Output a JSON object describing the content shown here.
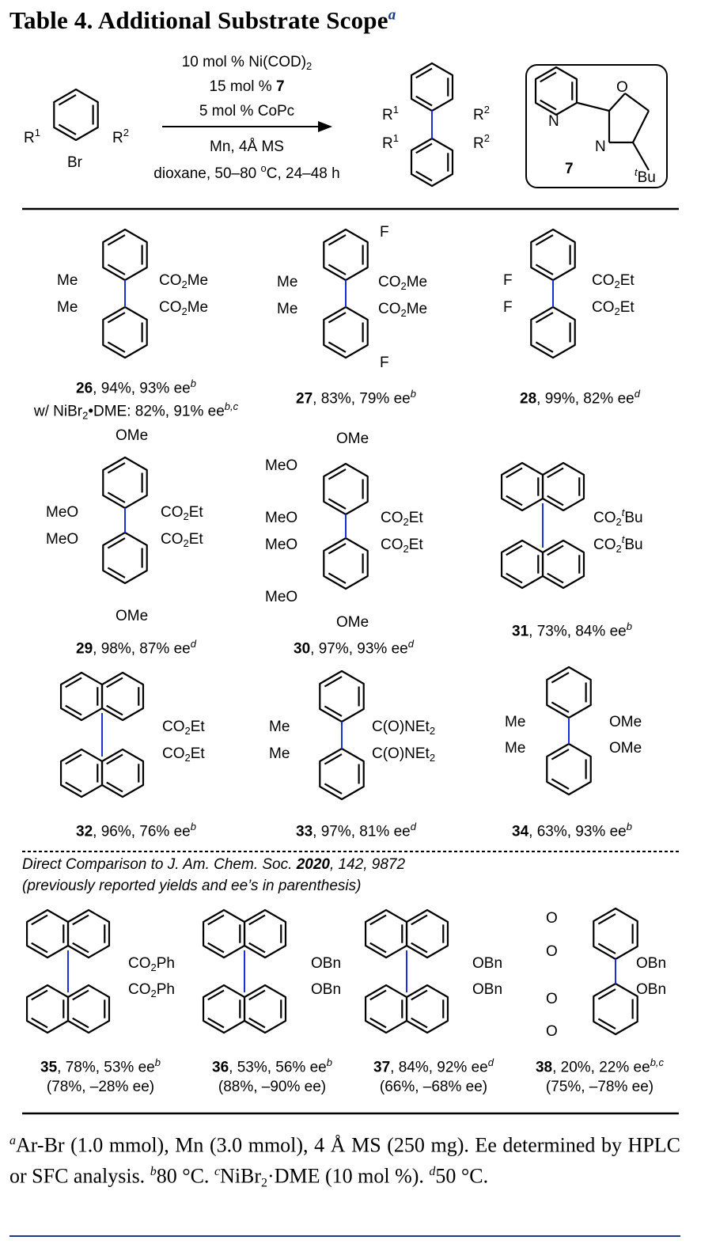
{
  "title": {
    "text": "Table 4. Additional Substrate Scope",
    "marker": "a"
  },
  "scheme": {
    "conditions_top": [
      "10 mol % Ni(COD)",
      "15 mol % ",
      "5 mol % CoPc"
    ],
    "conditions_top_sub": "2",
    "conditions_top_bold": "7",
    "conditions_bottom": [
      "Mn, 4Å MS",
      "dioxane, 50–80 ",
      "C, 24–48 h"
    ],
    "degree_sup": "o",
    "reactant_labels": {
      "r1": "R",
      "r2": "R",
      "br": "Br",
      "s1": "1",
      "s2": "2"
    },
    "ligand_label": "7",
    "ligand_atoms": {
      "n1": "N",
      "o": "O",
      "n2": "N",
      "tbu_t": "t",
      "tbu": "Bu"
    }
  },
  "compounds": [
    {
      "num": "26",
      "text": ", 94%, 93% ee",
      "sup": "b"
    },
    {
      "num": "27",
      "text": ", 83%, 79% ee",
      "sup": "b"
    },
    {
      "num": "28",
      "text": ", 99%, 82% ee",
      "sup": "d"
    },
    {
      "num": "29",
      "text": ", 98%, 87% ee",
      "sup": "d"
    },
    {
      "num": "30",
      "text": ", 97%, 93% ee",
      "sup": "d"
    },
    {
      "num": "31",
      "text": ", 73%, 84% ee",
      "sup": "b"
    },
    {
      "num": "32",
      "text": ", 96%, 76% ee",
      "sup": "b"
    },
    {
      "num": "33",
      "text": ", 97%, 81% ee",
      "sup": "d"
    },
    {
      "num": "34",
      "text": ", 63%, 93% ee",
      "sup": "b"
    },
    {
      "num": "35",
      "text": ", 78%, 53% ee",
      "sup": "b",
      "prev": "(78%, –28% ee)"
    },
    {
      "num": "36",
      "text": ", 53%, 56% ee",
      "sup": "b",
      "prev": "(88%, –90% ee)"
    },
    {
      "num": "37",
      "text": ", 84%, 92% ee",
      "sup": "d",
      "prev": "(66%, –68% ee)"
    },
    {
      "num": "38",
      "text": ", 20%, 22% ee",
      "sup": "b,c",
      "prev": "(75%, –78% ee)"
    }
  ],
  "alt26": {
    "prefix": "w/ NiBr",
    "sub": "2",
    "mid": "•DME: 82%, 91% ee",
    "sup": "b,c"
  },
  "labels": {
    "me": "Me",
    "co2me": "CO",
    "me_tail": "Me",
    "co2et": "CO",
    "et_tail": "Et",
    "f": "F",
    "ome": "OMe",
    "meo": "MeO",
    "co2tbu_t": "t",
    "bu": "Bu",
    "conet2": "C(O)NEt",
    "co2ph": "CO",
    "ph_tail": "Ph",
    "obn": "OBn",
    "o": "O",
    "sub2": "2"
  },
  "comparison": {
    "line1_a": "Direct Comparison to J. Am. Chem. Soc. ",
    "line1_b": "2020",
    "line1_c": ", 142, 9872",
    "line2": "(previously reported yields and ee’s in parenthesis)"
  },
  "footnote": {
    "a_marker": "a",
    "a_text": "Ar-Br (1.0 mmol), Mn (3.0 mmol), 4 Å MS (250 mg). Ee determined by HPLC or SFC analysis. ",
    "b_marker": "b",
    "b_text": "80 °C. ",
    "c_marker": "c",
    "c_text_1": "NiBr",
    "c_sub": "2",
    "c_text_2": "·DME (10 mol %). ",
    "d_marker": "d",
    "d_text": "50 °C."
  },
  "colors": {
    "bond": "#000000",
    "axis_bond": "#1a2fd6",
    "title_marker": "#1a3a8a",
    "bottom_rule": "#1a3a8a"
  }
}
